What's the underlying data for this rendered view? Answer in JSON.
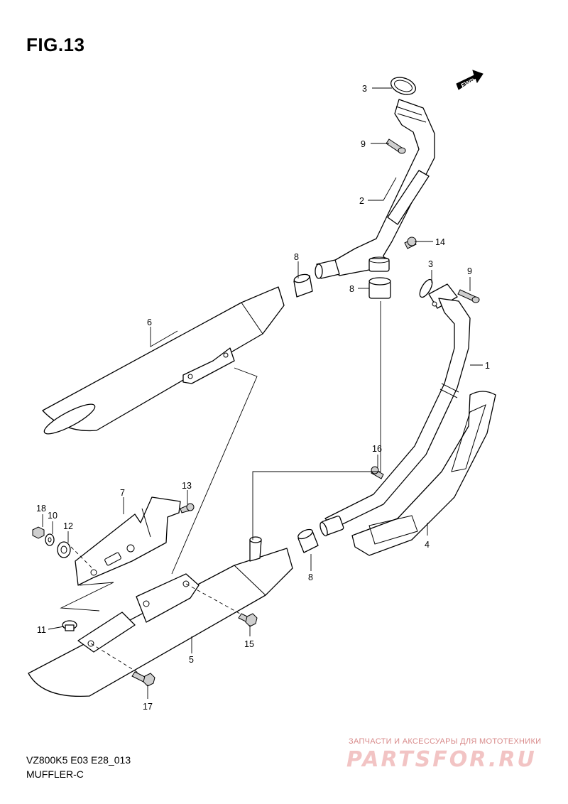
{
  "figure": {
    "title": "FIG.13"
  },
  "direction": {
    "label": "FWD"
  },
  "callouts": [
    {
      "id": "3a",
      "label": "3"
    },
    {
      "id": "9a",
      "label": "9"
    },
    {
      "id": "2",
      "label": "2"
    },
    {
      "id": "14",
      "label": "14"
    },
    {
      "id": "8a",
      "label": "8"
    },
    {
      "id": "8b",
      "label": "8"
    },
    {
      "id": "3b",
      "label": "3"
    },
    {
      "id": "9b",
      "label": "9"
    },
    {
      "id": "6",
      "label": "6"
    },
    {
      "id": "1",
      "label": "1"
    },
    {
      "id": "16",
      "label": "16"
    },
    {
      "id": "7",
      "label": "7"
    },
    {
      "id": "13",
      "label": "13"
    },
    {
      "id": "18",
      "label": "18"
    },
    {
      "id": "10",
      "label": "10"
    },
    {
      "id": "12",
      "label": "12"
    },
    {
      "id": "4",
      "label": "4"
    },
    {
      "id": "8c",
      "label": "8"
    },
    {
      "id": "11",
      "label": "11"
    },
    {
      "id": "15",
      "label": "15"
    },
    {
      "id": "5",
      "label": "5"
    },
    {
      "id": "17",
      "label": "17"
    }
  ],
  "footer": {
    "model_code": "VZ800K5 E03 E28_013",
    "section_name": "MUFFLER-C"
  },
  "watermark": {
    "tagline": "ЗАПЧАСТИ И АКСЕССУАРЫ ДЛЯ МОТОТЕХНИКИ",
    "logo": "PARTSFOR.RU"
  }
}
